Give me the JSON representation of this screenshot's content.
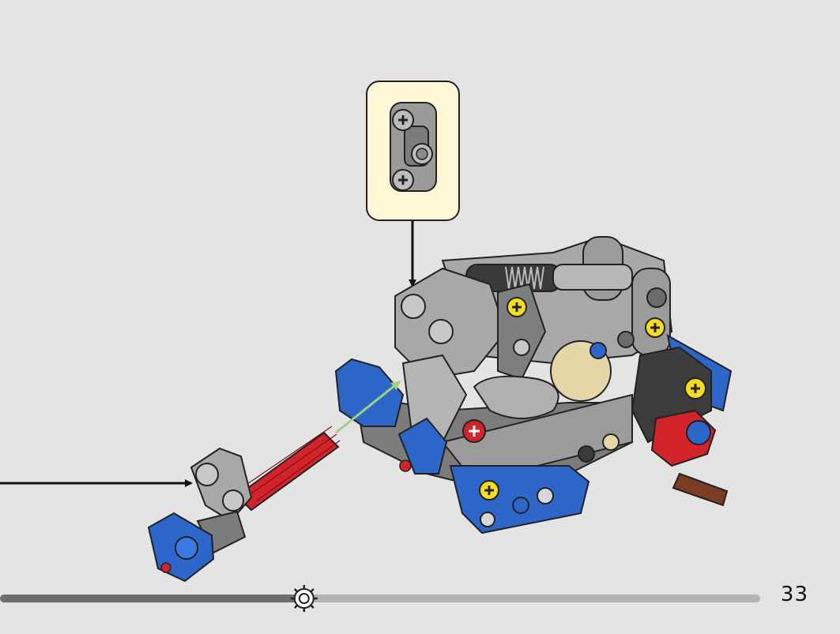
{
  "page": {
    "number": "33",
    "background_color": "#e4e4e4"
  },
  "progress": {
    "fraction": 0.4,
    "icon": "gear-progress-icon",
    "filled_color": "#6e6e6e",
    "track_color": "#b4b4b4"
  },
  "callout": {
    "part": "technic-double-cross-axle-connector",
    "background_color": "#fff7d6"
  },
  "colors": {
    "blue": "#2b66c8",
    "red": "#d2222a",
    "light_gray": "#a8a8a8",
    "dark_gray": "#5a5a5a",
    "tan": "#e6d7a8",
    "yellow": "#f6dd1f",
    "brown": "#7a3d24",
    "arrow_green": "#9fd27a"
  }
}
